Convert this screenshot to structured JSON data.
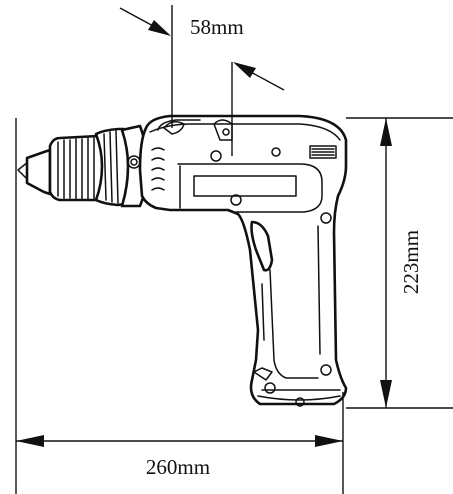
{
  "dimensions": {
    "chuck_offset": "58mm",
    "height": "223mm",
    "length": "260mm"
  }
}
